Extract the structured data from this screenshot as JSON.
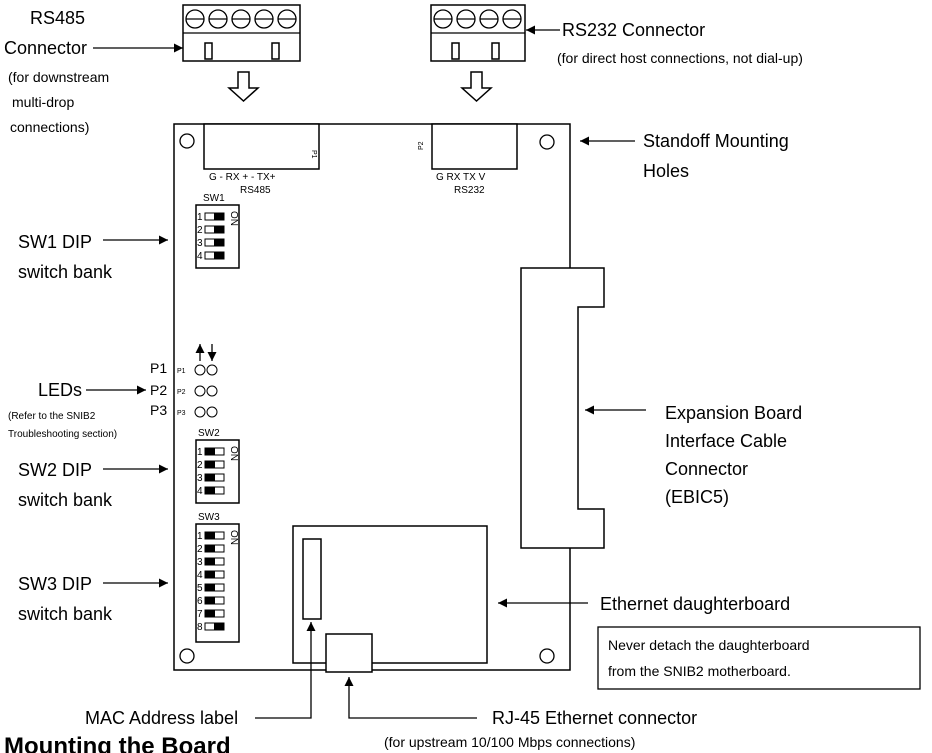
{
  "connectors": {
    "rs485_label_line1": "RS485",
    "rs485_label_line2": "Connector",
    "rs485_note_line1": "(for downstream",
    "rs485_note_line2": "multi-drop",
    "rs485_note_line3": "connections)",
    "rs232_label": "RS232 Connector",
    "rs232_note": "(for direct host connections, not dial-up)"
  },
  "board": {
    "p1_header": "P1",
    "p1_pins": "G  - RX +   - TX+",
    "p1_name": "RS485",
    "p2_header": "P2",
    "p2_pins": "G   RX   TX   V",
    "p2_name": "RS232",
    "sw1_title": "SW1",
    "sw2_title": "SW2",
    "sw3_title": "SW3",
    "on_text": "ON",
    "sw1_rows": [
      "1",
      "2",
      "3",
      "4"
    ],
    "sw2_rows": [
      "1",
      "2",
      "3",
      "4"
    ],
    "sw3_rows": [
      "1",
      "2",
      "3",
      "4",
      "5",
      "6",
      "7",
      "8"
    ],
    "led_rows": [
      "P1",
      "P2",
      "P3"
    ]
  },
  "callouts": {
    "standoff_line1": "Standoff Mounting",
    "standoff_line2": "Holes",
    "sw1_line1": "SW1 DIP",
    "sw1_line2": "switch bank",
    "leds_label": "LEDs",
    "leds_p1": "P1",
    "leds_p2": "P2",
    "leds_p3": "P3",
    "leds_note_line1": "(Refer to the SNIB2",
    "leds_note_line2": "Troubleshooting section)",
    "sw2_line1": "SW2 DIP",
    "sw2_line2": "switch bank",
    "sw3_line1": "SW3 DIP",
    "sw3_line2": "switch bank",
    "expansion_line1": "Expansion Board",
    "expansion_line2": "Interface Cable",
    "expansion_line3": "Connector",
    "expansion_line4": "(EBIC5)",
    "ethernet_label": "Ethernet daughterboard",
    "warning_line1": "Never detach the daughterboard",
    "warning_line2": "from the SNIB2 motherboard.",
    "mac_label": "MAC Address label",
    "rj45_label": "RJ-45 Ethernet connector",
    "rj45_note": "(for upstream 10/100 Mbps connections)"
  },
  "footer": {
    "heading": "Mounting the Board"
  }
}
